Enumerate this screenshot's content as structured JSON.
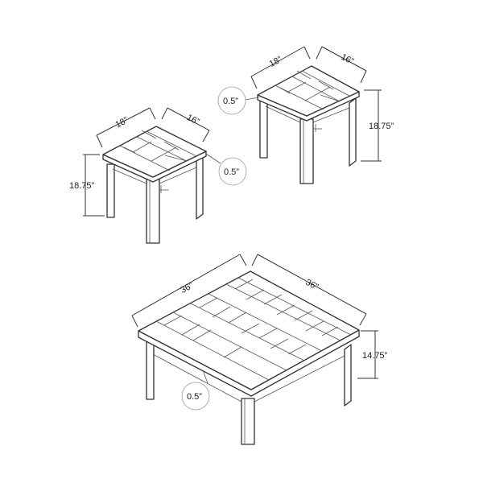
{
  "tables": {
    "end_table_left": {
      "length": "18”",
      "width": "16”",
      "height": "18.75”",
      "top_thickness": "0.5”"
    },
    "end_table_right": {
      "length": "18”",
      "width": "16”",
      "height": "18.75”",
      "top_thickness": "0.5”"
    },
    "coffee_table": {
      "length": "36”",
      "width": "36”",
      "height": "14.75”",
      "top_thickness": "0.5”"
    }
  },
  "colors": {
    "line": "#333333",
    "background": "#ffffff",
    "callout": "#999999"
  }
}
